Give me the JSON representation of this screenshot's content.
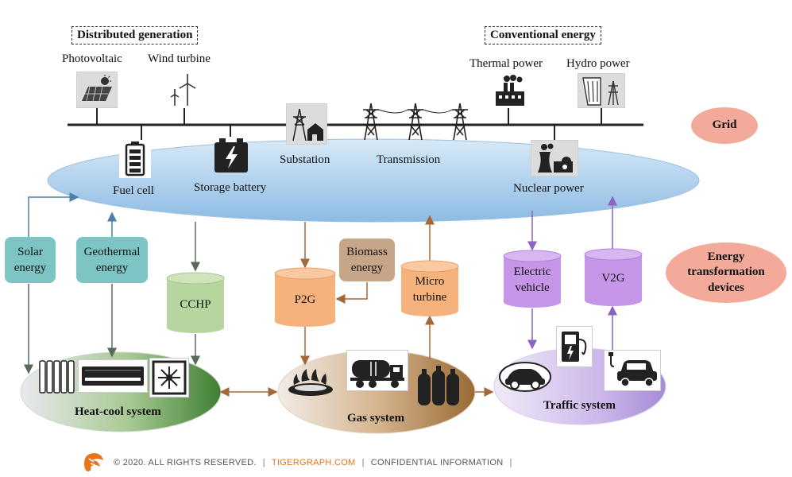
{
  "headers": {
    "distributed": "Distributed generation",
    "conventional": "Conventional energy"
  },
  "sources": {
    "photovoltaic": "Photovoltaic",
    "wind": "Wind turbine",
    "thermal": "Thermal power",
    "hydro": "Hydro power"
  },
  "grid": {
    "fuel_cell": "Fuel cell",
    "storage": "Storage battery",
    "substation": "Substation",
    "transmission": "Transmission",
    "nuclear": "Nuclear power"
  },
  "legend": {
    "grid": "Grid",
    "devices": "Energy transformation devices"
  },
  "devices": {
    "solar": "Solar energy",
    "geothermal": "Geothermal energy",
    "cchp": "CCHP",
    "p2g": "P2G",
    "biomass": "Biomass energy",
    "micro_turbine": "Micro turbine",
    "ev": "Electric vehicle",
    "v2g": "V2G"
  },
  "systems": {
    "heat_cool": "Heat-cool system",
    "gas": "Gas system",
    "traffic": "Traffic system"
  },
  "footer": {
    "copyright": "© 2020. ALL RIGHTS RESERVED.",
    "site": "TIGERGRAPH.COM",
    "confidential": "CONFIDENTIAL INFORMATION"
  },
  "colors": {
    "grid_oval": "#a9cdea",
    "heat_cool": "#4f8a3c",
    "gas": "#a8773f",
    "traffic": "#b49bd8",
    "teal_box": "#7cc5c4",
    "cchp": "#b7d59e",
    "orange_cyl": "#f6b27c",
    "purple_cyl": "#c596e8",
    "brand": "#e8741c"
  },
  "icons": [
    "solar-panel-icon",
    "wind-turbine-icon",
    "factory-icon",
    "dam-icon",
    "battery-icon",
    "fuel-cell-icon",
    "pylon-icon",
    "nuclear-plant-icon",
    "radiator-icon",
    "air-conditioner-icon",
    "heat-exchanger-icon",
    "gas-burner-icon",
    "tanker-truck-icon",
    "gas-cylinders-icon",
    "car-icon",
    "charging-station-icon",
    "electric-car-icon",
    "tiger-logo-icon"
  ]
}
